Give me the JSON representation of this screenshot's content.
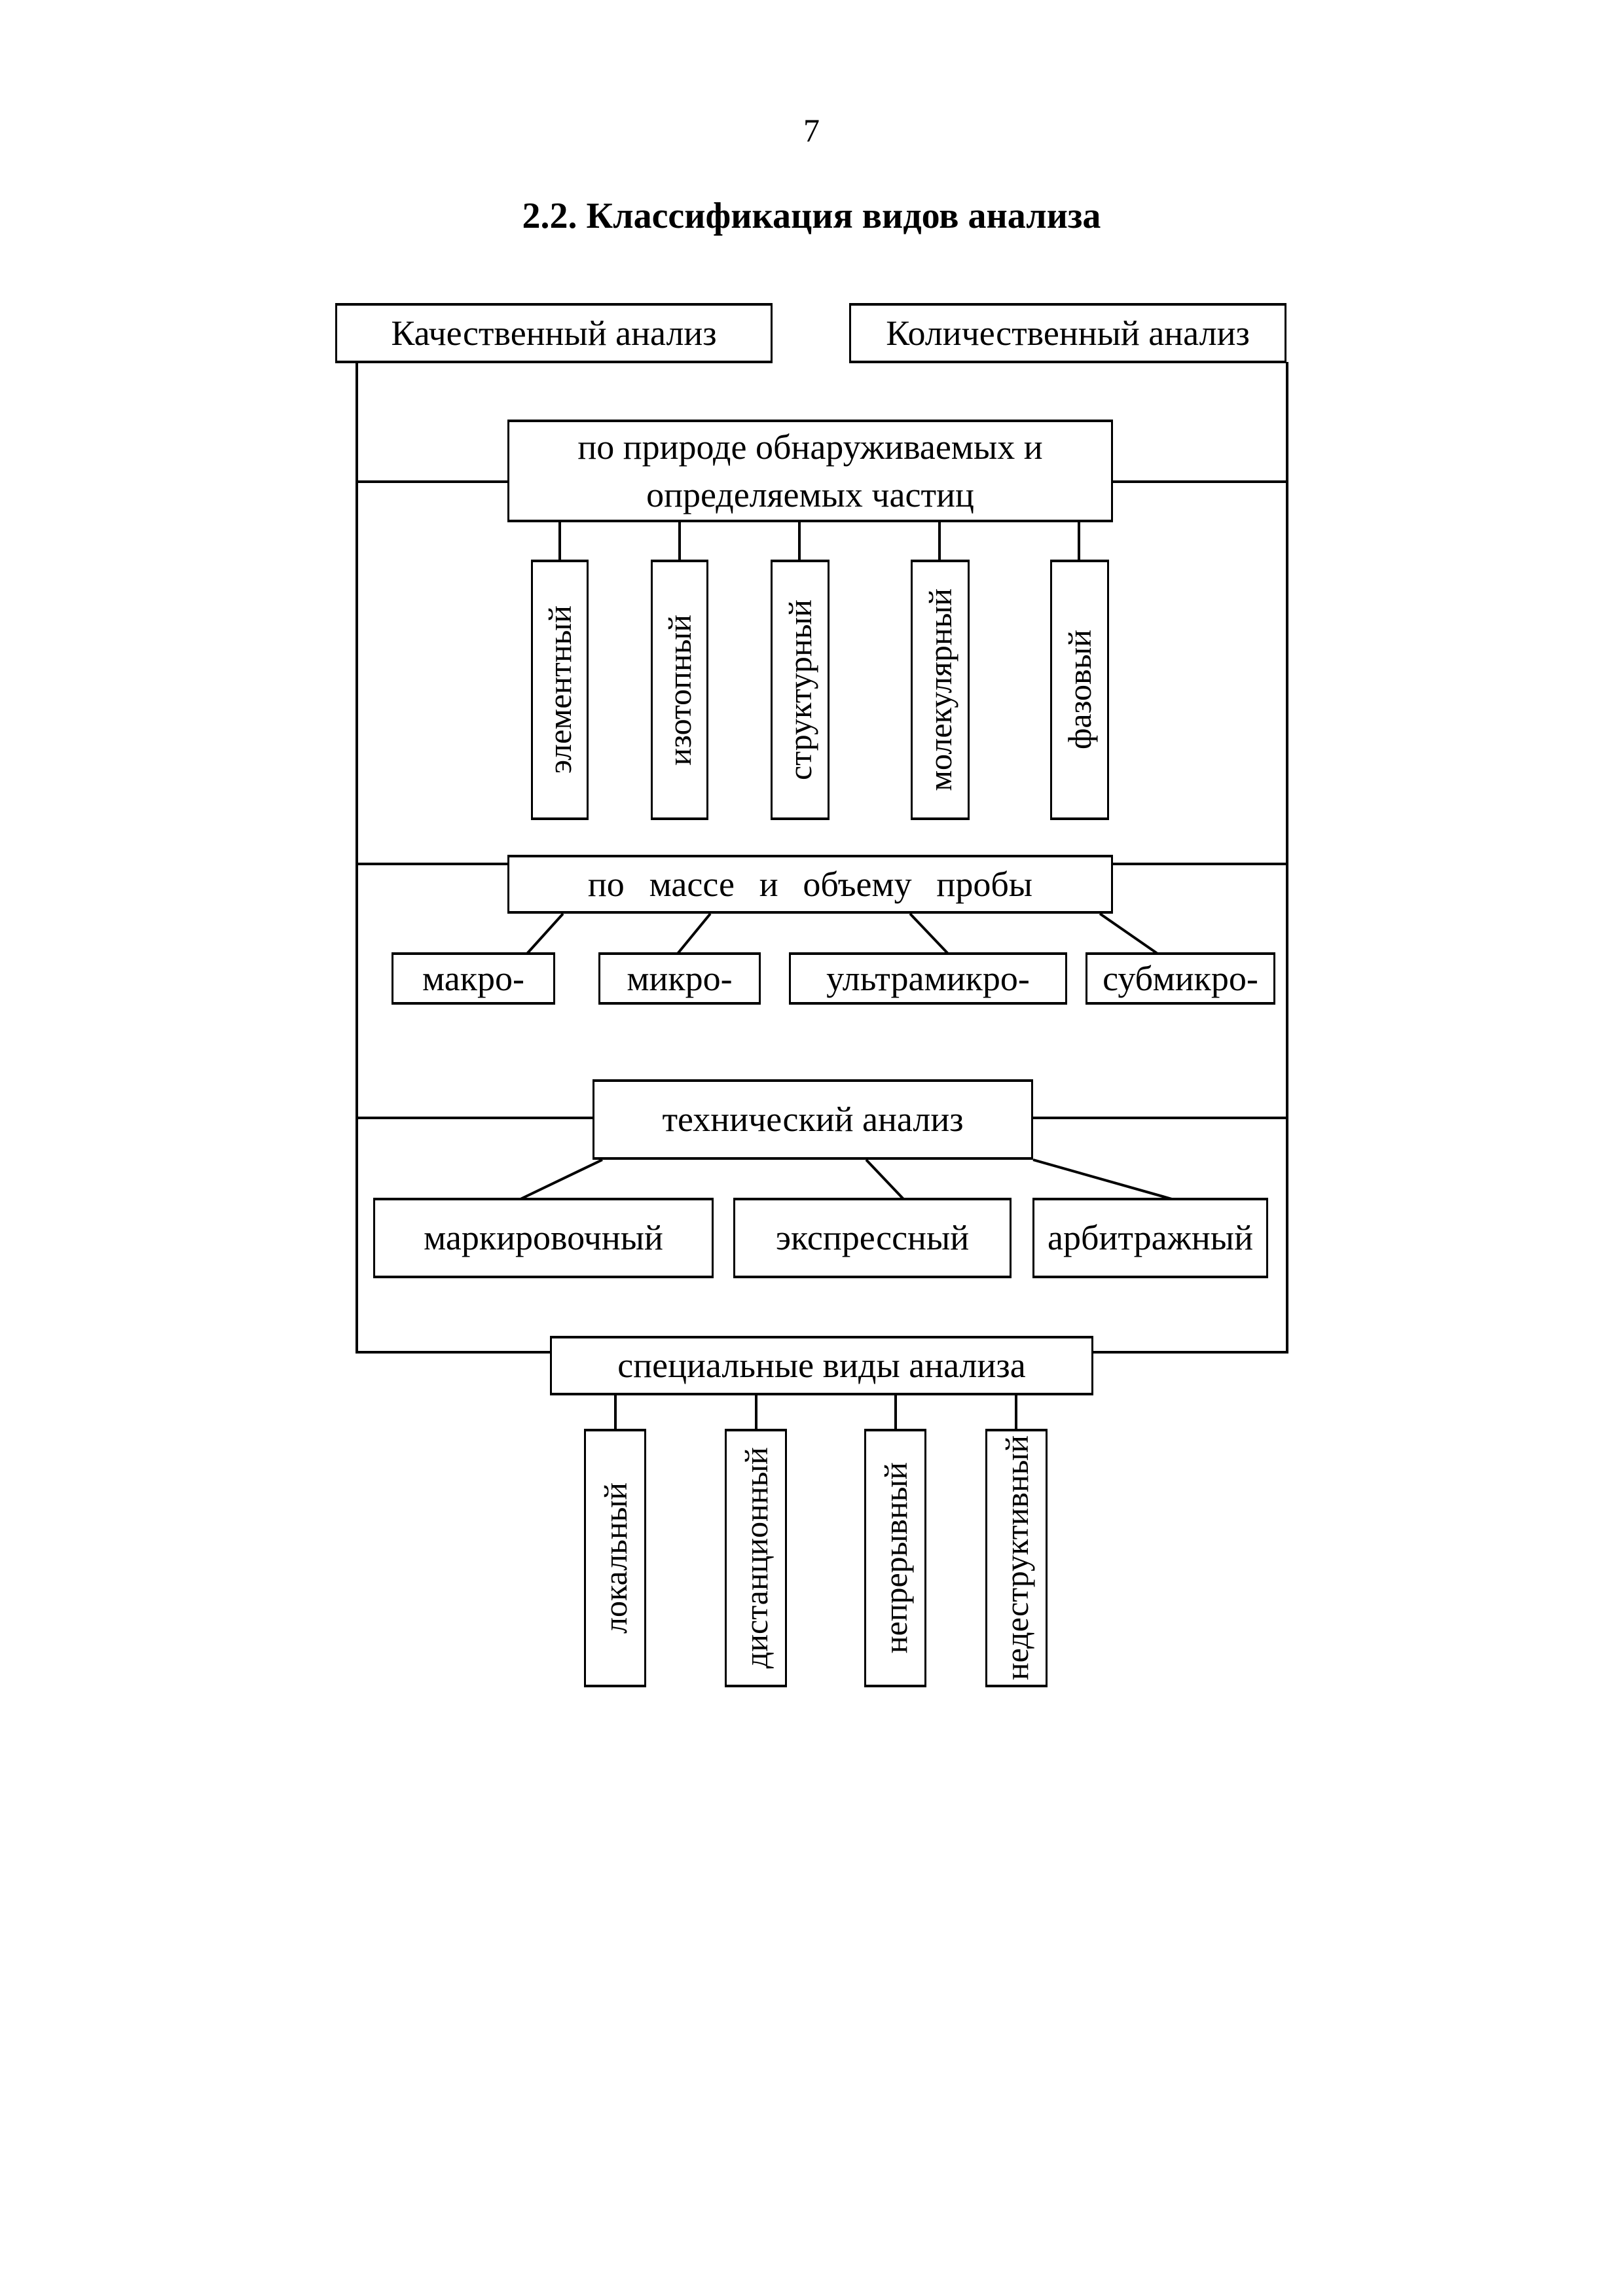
{
  "page": {
    "number": "7",
    "title": "2.2. Классификация видов анализа"
  },
  "diagram": {
    "top_boxes": [
      {
        "label": "Качественный анализ"
      },
      {
        "label": "Количественный анализ"
      }
    ],
    "nature": {
      "label": "по природе обнаруживаемых и определяемых частиц",
      "children": [
        "элементный",
        "изотопный",
        "структурный",
        "молекулярный",
        "фазовый"
      ]
    },
    "mass": {
      "label": "по массе и объему пробы",
      "children": [
        "макро-",
        "микро-",
        "ультрамикро-",
        "субмикро-"
      ]
    },
    "technical": {
      "label": "технический анализ",
      "children": [
        "маркировочный",
        "экспрессный",
        "арбитражный"
      ]
    },
    "special": {
      "label": "специальные виды анализа",
      "children": [
        "локальный",
        "дистанционный",
        "непрерывный",
        "недеструктивный"
      ]
    }
  }
}
